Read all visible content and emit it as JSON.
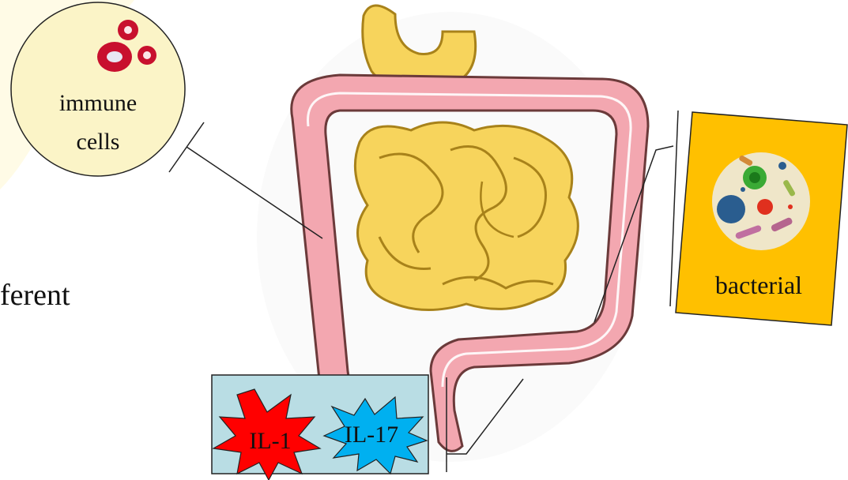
{
  "labels": {
    "side_text": "ferent",
    "immune_line1": "immune",
    "immune_line2": "cells",
    "bacterial": "bacterial",
    "il1": "IL-1",
    "il17": "IL-17"
  },
  "colors": {
    "colon_pink": "#f3a7b0",
    "colon_outline": "#6b3a3a",
    "small_intestine": "#f7d45c",
    "small_intestine_outline": "#a8821a",
    "immune_bg": "#fbf4c7",
    "immune_cell": "#c8102e",
    "bacterial_bg": "#ffc000",
    "cytokine_box": "#b9dde4",
    "il1_star": "#ff0000",
    "il17_star": "#00b0f0"
  }
}
